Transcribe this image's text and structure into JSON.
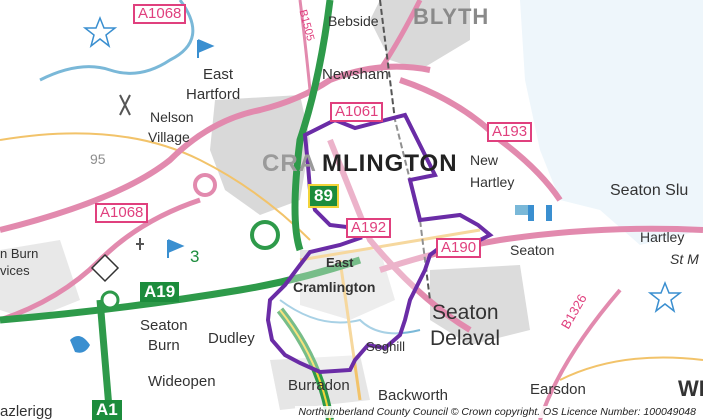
{
  "map": {
    "colors": {
      "land": "#ffffff",
      "urban": "#d9d9d9",
      "sea": "#eef6fb",
      "water": "#7ab8d8",
      "road_a": "#e28aae",
      "road_primary": "#2e9a4a",
      "road_minor": "#f2c36a",
      "boundary": "#6a2ca6",
      "rail": "#555555"
    },
    "towns": {
      "cramlington_left": "CRA",
      "cramlington_right": "MLINGTON",
      "blyth": "BLYTH"
    },
    "places": [
      {
        "id": "bebside",
        "text": "Bebside"
      },
      {
        "id": "newsham",
        "text": "Newsham"
      },
      {
        "id": "east-hartford-1",
        "text": "East"
      },
      {
        "id": "east-hartford-2",
        "text": "Hartford"
      },
      {
        "id": "nelson-1",
        "text": "Nelson"
      },
      {
        "id": "nelson-2",
        "text": "Village"
      },
      {
        "id": "new-hartley-1",
        "text": "New"
      },
      {
        "id": "new-hartley-2",
        "text": "Hartley"
      },
      {
        "id": "seaton-sluice",
        "text": "Seaton Slu"
      },
      {
        "id": "hartley",
        "text": "Hartley"
      },
      {
        "id": "st-m",
        "text": "St M"
      },
      {
        "id": "seaton",
        "text": "Seaton"
      },
      {
        "id": "east-cramlington-1",
        "text": "East"
      },
      {
        "id": "east-cramlington-2",
        "text": "Cramlington"
      },
      {
        "id": "seaton-delaval-1",
        "text": "Seaton"
      },
      {
        "id": "seaton-delaval-2",
        "text": "Delaval"
      },
      {
        "id": "seghill",
        "text": "Seghill"
      },
      {
        "id": "seaton-burn-1",
        "text": "Seaton"
      },
      {
        "id": "seaton-burn-2",
        "text": "Burn"
      },
      {
        "id": "dudley",
        "text": "Dudley"
      },
      {
        "id": "wideopen",
        "text": "Wideopen"
      },
      {
        "id": "burradon",
        "text": "Burradon"
      },
      {
        "id": "backworth",
        "text": "Backworth"
      },
      {
        "id": "earsdon",
        "text": "Earsdon"
      },
      {
        "id": "hazlerigg",
        "text": "azlerigg"
      },
      {
        "id": "burn-1",
        "text": "n Burn"
      },
      {
        "id": "burn-2",
        "text": "vices"
      },
      {
        "id": "grid-95",
        "text": "95"
      },
      {
        "id": "grid-3",
        "text": "3"
      },
      {
        "id": "wh",
        "text": "WH"
      }
    ],
    "roads": [
      {
        "id": "a1068-top",
        "text": "A1068"
      },
      {
        "id": "a1068-left",
        "text": "A1068"
      },
      {
        "id": "a1061",
        "text": "A1061"
      },
      {
        "id": "a193",
        "text": "A193"
      },
      {
        "id": "a192",
        "text": "A192"
      },
      {
        "id": "a190",
        "text": "A190"
      },
      {
        "id": "b1505",
        "text": "B1505"
      },
      {
        "id": "b1326",
        "text": "B1326"
      }
    ],
    "primary_roads": [
      {
        "id": "a189",
        "text": "89"
      },
      {
        "id": "a19",
        "text": "A19"
      },
      {
        "id": "a1",
        "text": "A1"
      }
    ],
    "credit": "Northumberland County Council © Crown copyright. OS Licence Number: 100049048"
  }
}
